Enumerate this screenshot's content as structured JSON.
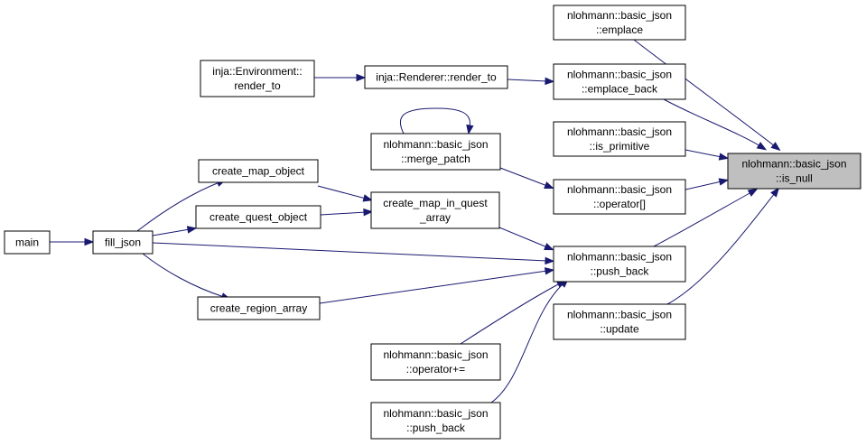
{
  "graph": {
    "title": "",
    "nodes": {
      "main": {
        "lines": [
          "main"
        ]
      },
      "fill_json": {
        "lines": [
          "fill_json"
        ]
      },
      "create_map_object": {
        "lines": [
          "create_map_object"
        ]
      },
      "create_quest_object": {
        "lines": [
          "create_quest_object"
        ]
      },
      "create_region_array": {
        "lines": [
          "create_region_array"
        ]
      },
      "env_render_to": {
        "lines": [
          "inja::Environment::",
          "render_to"
        ]
      },
      "renderer_render_to": {
        "lines": [
          "inja::Renderer::render_to"
        ]
      },
      "merge_patch": {
        "lines": [
          "nlohmann::basic_json",
          "::merge_patch"
        ]
      },
      "create_map_in_quest_array": {
        "lines": [
          "create_map_in_quest",
          "_array"
        ]
      },
      "op_plus_eq": {
        "lines": [
          "nlohmann::basic_json",
          "::operator+="
        ]
      },
      "push_back_lower": {
        "lines": [
          "nlohmann::basic_json",
          "::push_back"
        ]
      },
      "emplace": {
        "lines": [
          "nlohmann::basic_json",
          "::emplace"
        ]
      },
      "emplace_back": {
        "lines": [
          "nlohmann::basic_json",
          "::emplace_back"
        ]
      },
      "is_primitive": {
        "lines": [
          "nlohmann::basic_json",
          "::is_primitive"
        ]
      },
      "operator_idx": {
        "lines": [
          "nlohmann::basic_json",
          "::operator[]"
        ]
      },
      "push_back_mid": {
        "lines": [
          "nlohmann::basic_json",
          "::push_back"
        ]
      },
      "update": {
        "lines": [
          "nlohmann::basic_json",
          "::update"
        ]
      },
      "is_null": {
        "lines": [
          "nlohmann::basic_json",
          "::is_null"
        ]
      }
    },
    "edges": [
      {
        "from": "emplace",
        "to": "is_null"
      },
      {
        "from": "emplace_back",
        "to": "is_null"
      },
      {
        "from": "is_primitive",
        "to": "is_null"
      },
      {
        "from": "operator_idx",
        "to": "is_null"
      },
      {
        "from": "push_back_mid",
        "to": "is_null"
      },
      {
        "from": "update",
        "to": "is_null"
      },
      {
        "from": "renderer_render_to",
        "to": "emplace_back"
      },
      {
        "from": "env_render_to",
        "to": "renderer_render_to"
      },
      {
        "from": "merge_patch",
        "to": "operator_idx"
      },
      {
        "from": "merge_patch",
        "to": "merge_patch"
      },
      {
        "from": "create_map_in_quest_array",
        "to": "push_back_mid"
      },
      {
        "from": "fill_json",
        "to": "push_back_mid"
      },
      {
        "from": "create_region_array",
        "to": "push_back_mid"
      },
      {
        "from": "op_plus_eq",
        "to": "push_back_mid"
      },
      {
        "from": "push_back_lower",
        "to": "push_back_mid"
      },
      {
        "from": "create_map_object",
        "to": "create_map_in_quest_array"
      },
      {
        "from": "create_quest_object",
        "to": "create_map_in_quest_array"
      },
      {
        "from": "fill_json",
        "to": "create_map_object"
      },
      {
        "from": "fill_json",
        "to": "create_quest_object"
      },
      {
        "from": "fill_json",
        "to": "create_region_array"
      },
      {
        "from": "main",
        "to": "fill_json"
      }
    ],
    "colors": {
      "edge": "#191970",
      "node_border": "#000000",
      "node_fill": "#ffffff",
      "focus_fill": "#bfbfbf"
    }
  }
}
